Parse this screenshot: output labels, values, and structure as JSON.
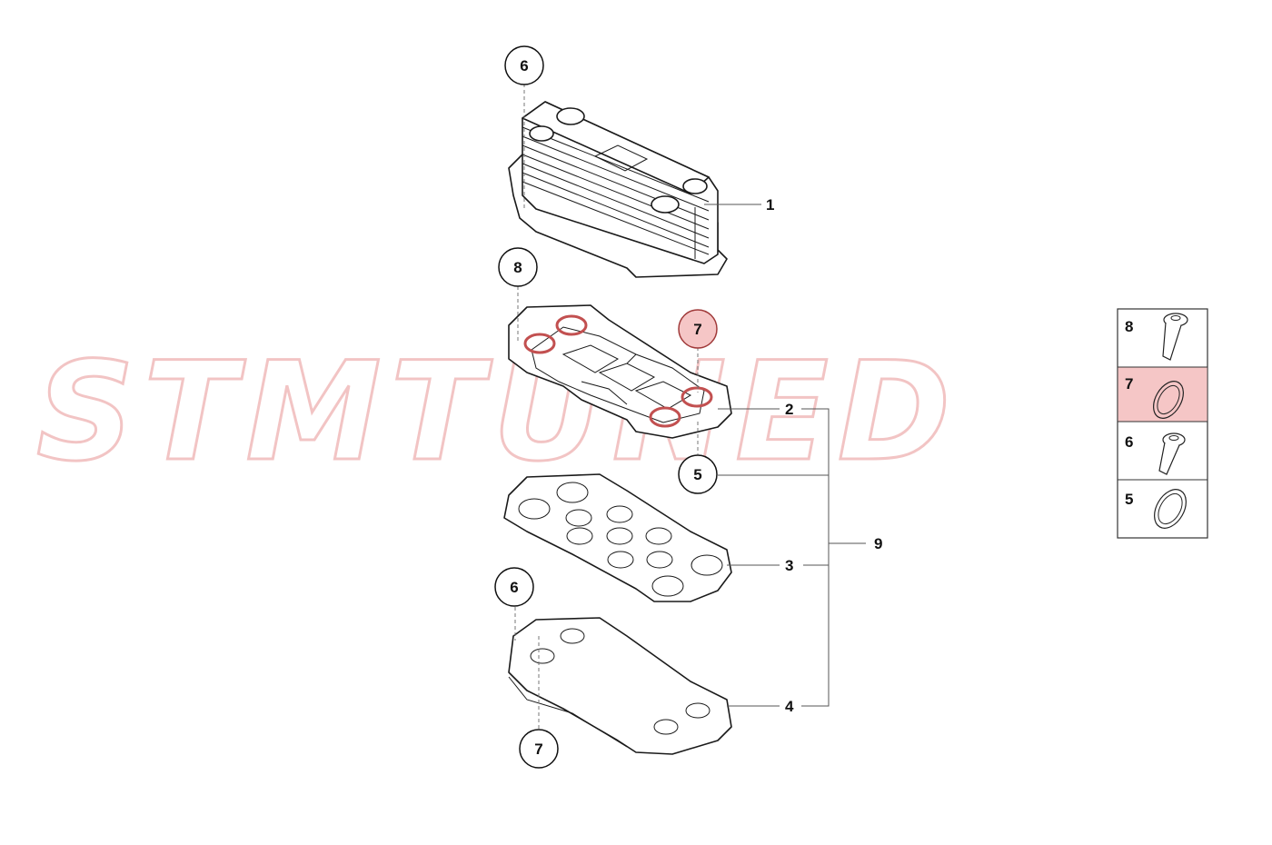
{
  "watermark": {
    "text": "STMTUNED",
    "color": "#f2c4c4"
  },
  "callouts": [
    {
      "id": "c6-top",
      "label": "6"
    },
    {
      "id": "c8",
      "label": "8"
    },
    {
      "id": "c7-highlight",
      "label": "7",
      "highlighted": true
    },
    {
      "id": "c5",
      "label": "5"
    },
    {
      "id": "c6-bottom",
      "label": "6"
    },
    {
      "id": "c7-bottom",
      "label": "7"
    }
  ],
  "part_numbers": {
    "p1": "1",
    "p2": "2",
    "p3": "3",
    "p4": "4",
    "p9": "9"
  },
  "legend": {
    "rows": [
      {
        "label": "8",
        "icon": "bolt-icon"
      },
      {
        "label": "7",
        "icon": "seal-ring-icon",
        "highlighted": true
      },
      {
        "label": "6",
        "icon": "bolt-icon"
      },
      {
        "label": "5",
        "icon": "seal-ring-icon"
      }
    ],
    "highlight_color": "#f5c6c6"
  },
  "colors": {
    "highlight": "#f5c6c6",
    "seal": "#c25050",
    "line": "#1a1a1a"
  }
}
